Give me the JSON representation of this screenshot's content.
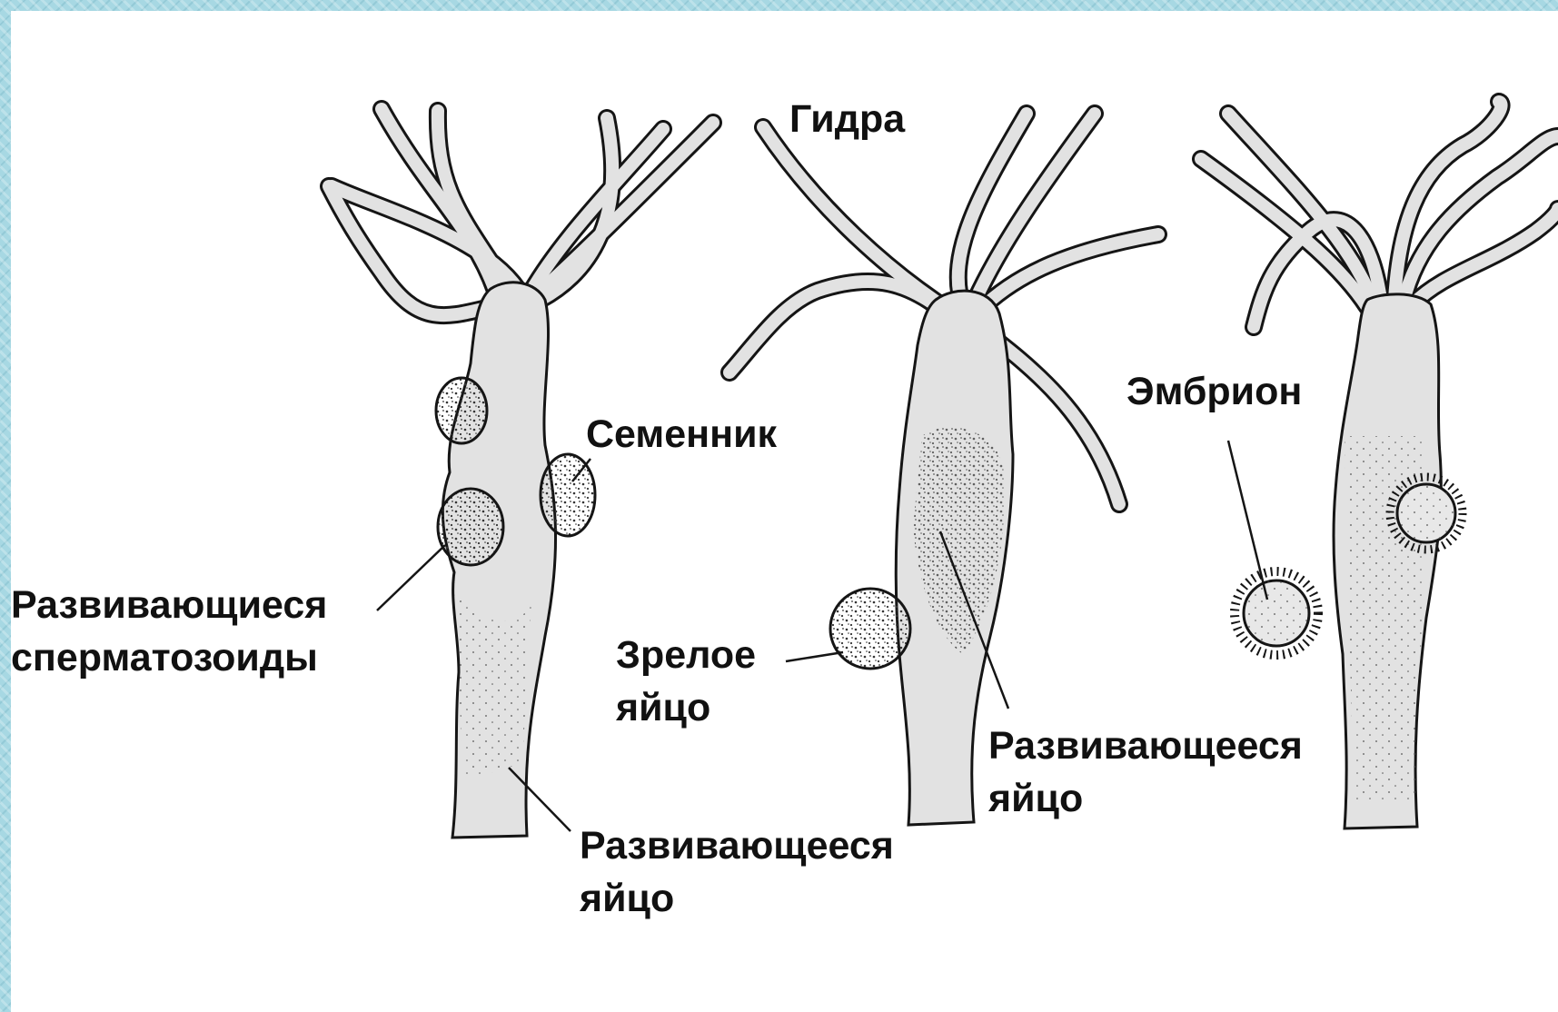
{
  "labels": {
    "hydra": "Гидра",
    "testis": "Семенник",
    "embryo": "Эмбрион",
    "sperm_line1": "Развивающиеся",
    "sperm_line2": "сперматозоиды",
    "mature_line1": "Зрелое",
    "mature_line2": "яйцо",
    "egg_left_line1": "Развивающееся",
    "egg_left_line2": "яйцо",
    "egg_mid_line1": "Развивающееся",
    "egg_mid_line2": "яйцо"
  },
  "colors": {
    "body_fill": "#e2e2e2",
    "outline": "#151515",
    "frame": "#a7d8e3"
  }
}
